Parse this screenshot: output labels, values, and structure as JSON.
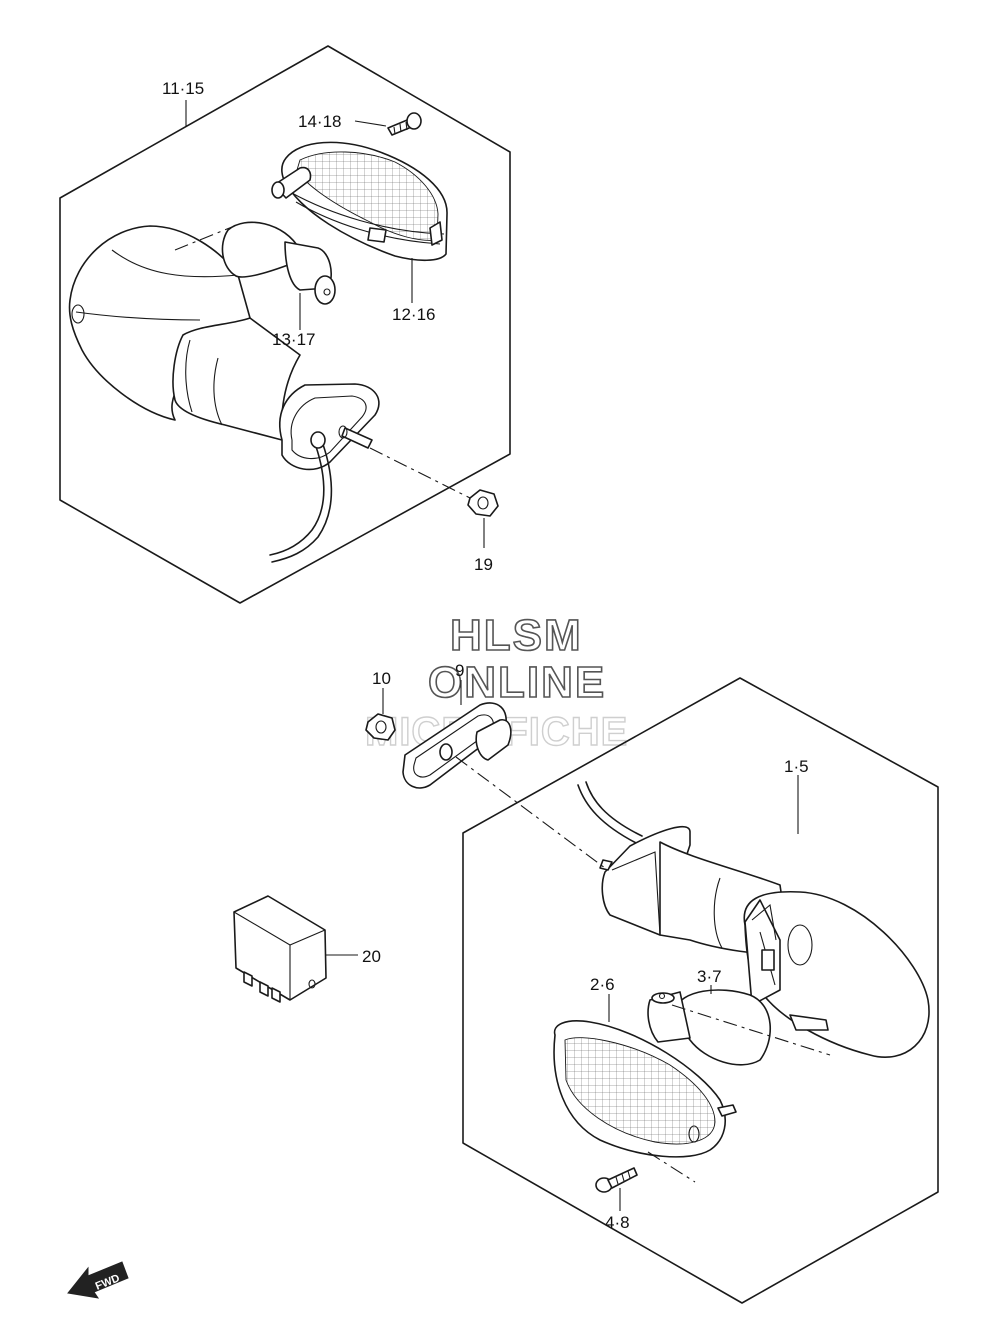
{
  "labels": {
    "p11_15": "11·15",
    "p14_18": "14·18",
    "p12_16": "12·16",
    "p13_17": "13·17",
    "p19": "19",
    "p10": "10",
    "p9": "9",
    "p1_5": "1·5",
    "p20": "20",
    "p2_6": "2·6",
    "p3_7": "3·7",
    "p4_8": "4·8"
  },
  "watermark": {
    "line1": "HLSM",
    "line2": "ONLINE",
    "line3": "MICROFICHE"
  },
  "fwd_arrow": {
    "text": "FWD"
  }
}
